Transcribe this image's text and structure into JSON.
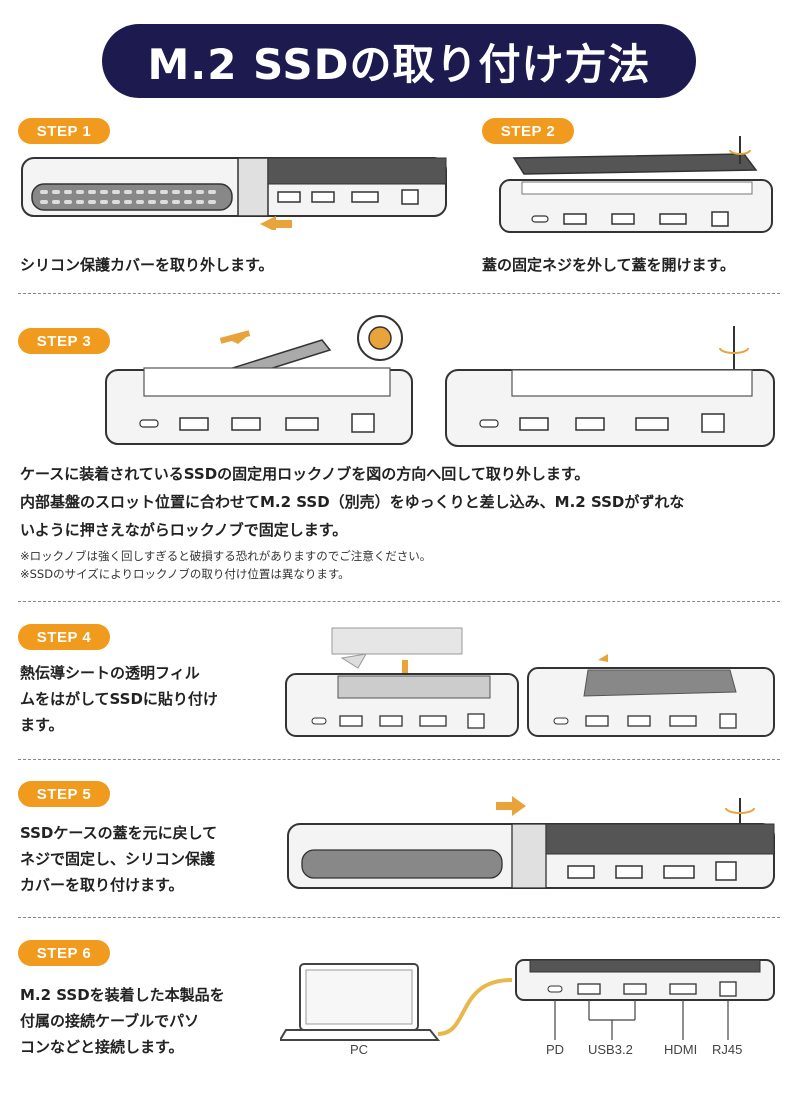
{
  "title": "M.2 SSDの取り付け方法",
  "steps": [
    {
      "badge": "STEP 1",
      "text": "シリコン保護カバーを取り外します。"
    },
    {
      "badge": "STEP 2",
      "text": "蓋の固定ネジを外して蓋を開けます。"
    },
    {
      "badge": "STEP 3",
      "line1": "ケースに装着されているSSDの固定用ロックノブを図の方向へ回して取り外します。",
      "line2": "内部基盤のスロット位置に合わせてM.2 SSD（別売）をゆっくりと差し込み、M.2 SSDがずれな",
      "line3": "いように押さえながらロックノブで固定します。",
      "note1": "※ロックノブは強く回しすぎると破損する恐れがありますのでご注意ください。",
      "note2": "※SSDのサイズによりロックノブの取り付け位置は異なります。"
    },
    {
      "badge": "STEP 4",
      "line1": "熱伝導シートの透明フィル",
      "line2": "ムをはがしてSSDに貼り付け",
      "line3": "ます。"
    },
    {
      "badge": "STEP 5",
      "line1": "SSDケースの蓋を元に戻して",
      "line2": "ネジで固定し、シリコン保護",
      "line3": "カバーを取り付けます。"
    },
    {
      "badge": "STEP 6",
      "line1": "M.2 SSDを装着した本製品を",
      "line2": "付属の接続ケーブルでパソ",
      "line3": "コンなどと接続します。"
    }
  ],
  "port_labels": {
    "pc": "PC",
    "pd": "PD",
    "usb": "USB3.2",
    "hdmi": "HDMI",
    "rj45": "RJ45"
  },
  "colors": {
    "title_bg": "#1c1a4f",
    "badge": "#f09a1e",
    "arrow": "#e8a33a"
  }
}
